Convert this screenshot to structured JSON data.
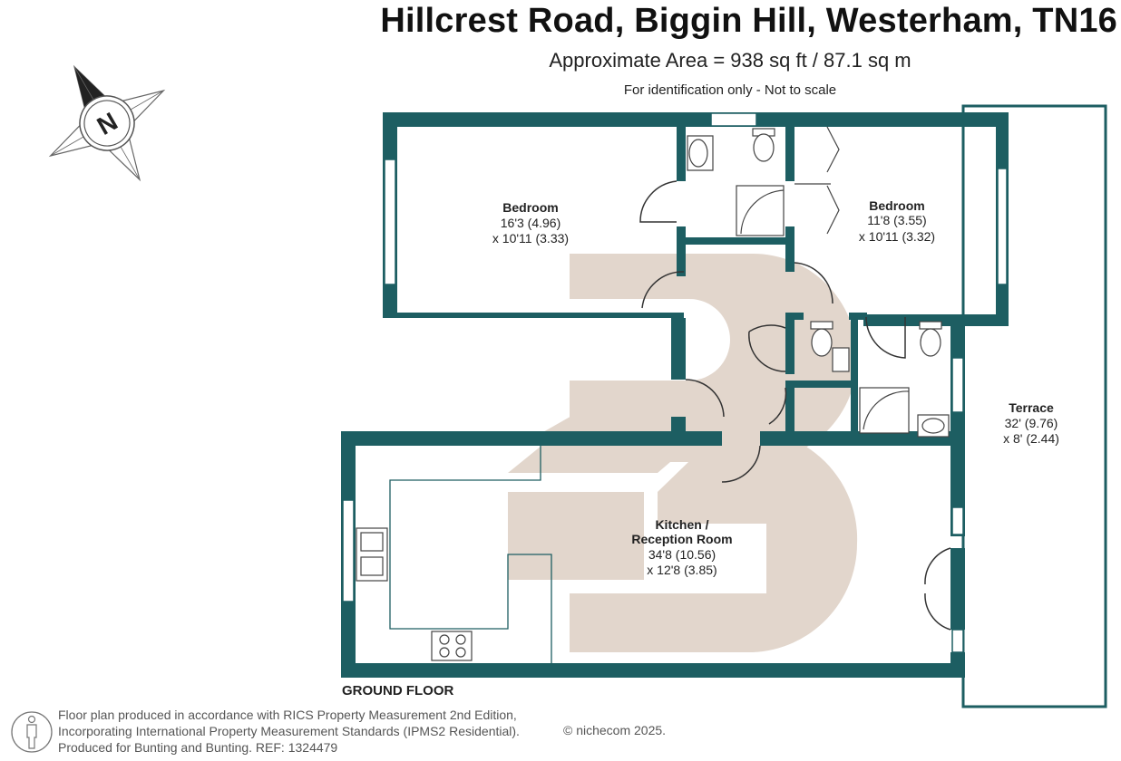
{
  "header": {
    "title": "Hillcrest Road, Biggin Hill, Westerham, TN16",
    "area": "Approximate Area = 938 sq ft / 87.1 sq m",
    "note": "For identification only - Not to scale"
  },
  "compass": {
    "letter": "N",
    "icon": "north-compass-icon"
  },
  "rooms": [
    {
      "name": "Bedroom",
      "dim1": "16'3 (4.96)",
      "dim2": "x 10'11 (3.33)"
    },
    {
      "name": "Bedroom",
      "dim1": "11'8 (3.55)",
      "dim2": "x 10'11 (3.32)"
    },
    {
      "name": "Terrace",
      "dim1": "32' (9.76)",
      "dim2": "x 8' (2.44)"
    },
    {
      "name": "Kitchen /",
      "name2": "Reception Room",
      "dim1": "34'8 (10.56)",
      "dim2": "x 12'8 (3.85)"
    }
  ],
  "floor_label": "GROUND FLOOR",
  "footer": {
    "line1": "Floor plan produced in accordance with RICS Property Measurement 2nd Edition,",
    "line2": "Incorporating International Property Measurement Standards (IPMS2 Residential).",
    "line3": "Produced for Bunting and Bunting.   REF:  1324479",
    "copyright": "© nichecom 2025.",
    "icon": "person-icon"
  },
  "colors": {
    "wall": "#1d5e62",
    "watermark": "#e2d6cc",
    "line": "#333333"
  }
}
